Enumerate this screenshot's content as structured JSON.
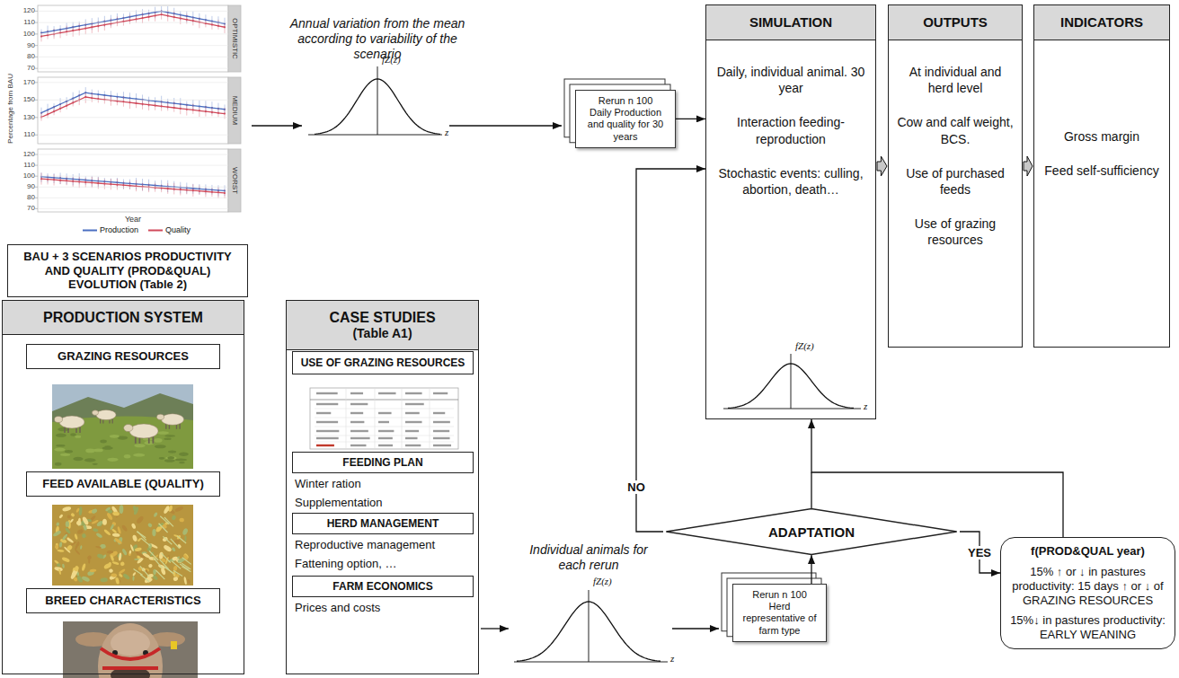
{
  "diagram": {
    "nodes": [
      {
        "text": [
          "BAU + 3 SCENARIOS PRODUCTIVITY AND QUALITY (PROD&QUAL) EVOLUTION (Table 2)"
        ]
      },
      {
        "text": [
          "Rerun n 100",
          "Daily Production and quality for 30 years"
        ]
      },
      {
        "text": [
          "SIMULATION",
          "Daily, individual animal. 30 year",
          "Interaction feeding-reproduction",
          "Stochastic events: culling, abortion, death…"
        ]
      },
      {
        "text": [
          "OUTPUTS",
          "At individual and herd level",
          "Cow and calf weight, BCS.",
          "Use of purchased feeds",
          "Use of grazing resources"
        ]
      },
      {
        "text": [
          "INDICATORS",
          "Gross margin",
          "Feed self-sufficiency"
        ]
      },
      {
        "text": [
          "PRODUCTION SYSTEM"
        ]
      },
      {
        "text": [
          "GRAZING RESOURCES"
        ],
        "in": 5
      },
      {
        "text": [
          "FEED AVAILABLE (QUALITY)"
        ],
        "in": 5
      },
      {
        "text": [
          "BREED CHARACTERISTICS"
        ],
        "in": 5
      },
      {
        "text": [
          "CASE STUDIES",
          "(Table A1)"
        ]
      },
      {
        "text": [
          "USE OF GRAZING RESOURCES"
        ],
        "in": 9
      },
      {
        "text": [
          "FEEDING PLAN",
          "Winter ration",
          "Supplementation"
        ],
        "in": 9
      },
      {
        "text": [
          "HERD MANAGEMENT",
          "Reproductive management",
          "Fattening option, …"
        ],
        "in": 9
      },
      {
        "text": [
          "FARM ECONOMICS",
          "Prices and costs"
        ],
        "in": 9
      },
      {
        "text": [
          "Rerun n 100",
          "Herd representative of farm type"
        ]
      },
      {
        "text": [
          "ADAPTATION"
        ]
      },
      {
        "text": [
          "f(PROD&QUAL year)",
          "15% ↑ or ↓ in pastures productivity: 15 days ↑ or ↓ of GRAZING RESOURCES",
          "15%↓ in pastures productivity: EARLY WEANING"
        ]
      }
    ],
    "edges": [
      {
        "from": 1,
        "to": 2,
        "arrow": "to"
      },
      {
        "from": 2,
        "to": 3,
        "arrow": "to"
      },
      {
        "from": 3,
        "to": 4,
        "arrow": "to"
      },
      {
        "from": 14,
        "to": 15,
        "arrow": "to"
      },
      {
        "from": 15,
        "to": 2,
        "label": "NO",
        "arrow": "to"
      },
      {
        "from": 15,
        "to": 16,
        "label": "YES",
        "arrow": "to"
      },
      {
        "from": 16,
        "to": 2,
        "arrow": "to"
      }
    ],
    "labels": [
      "Annual variation from the mean according to variability of the scenario",
      "fZ(z)",
      "z",
      "fZ(z)",
      "z",
      "Individual animals for each rerun",
      "fZ(z)",
      "z",
      "OPTIMISTIC",
      "MEDIUM",
      "WORST",
      "Percentage from BAU",
      "Year",
      "120",
      "110",
      "100",
      "90",
      "80",
      "70",
      "170",
      "150",
      "130",
      "110",
      "120",
      "110",
      "100",
      "90",
      "80",
      "70"
    ],
    "legend": [
      {
        "text": "Production"
      },
      {
        "text": "Quality"
      }
    ]
  }
}
